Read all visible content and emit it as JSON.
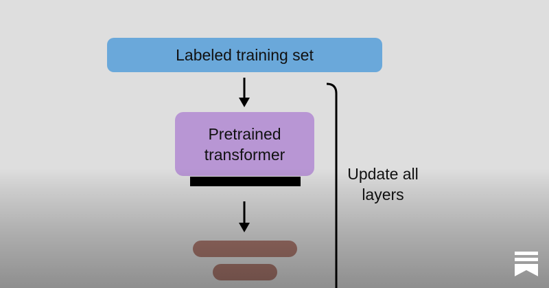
{
  "diagram": {
    "training_set_label": "Labeled training set",
    "transformer_label": "Pretrained transformer",
    "update_label": "Update all layers"
  },
  "icons": {
    "arrow": "down-arrow-icon",
    "bracket": "bracket",
    "corner": "bookmark-icon"
  },
  "colors": {
    "background": "#dedede",
    "training_box": "#6aa8da",
    "transformer_box": "#b896d4",
    "output_layers": "#a0665a",
    "head": "#000000",
    "bookmark": "#ffffff"
  }
}
